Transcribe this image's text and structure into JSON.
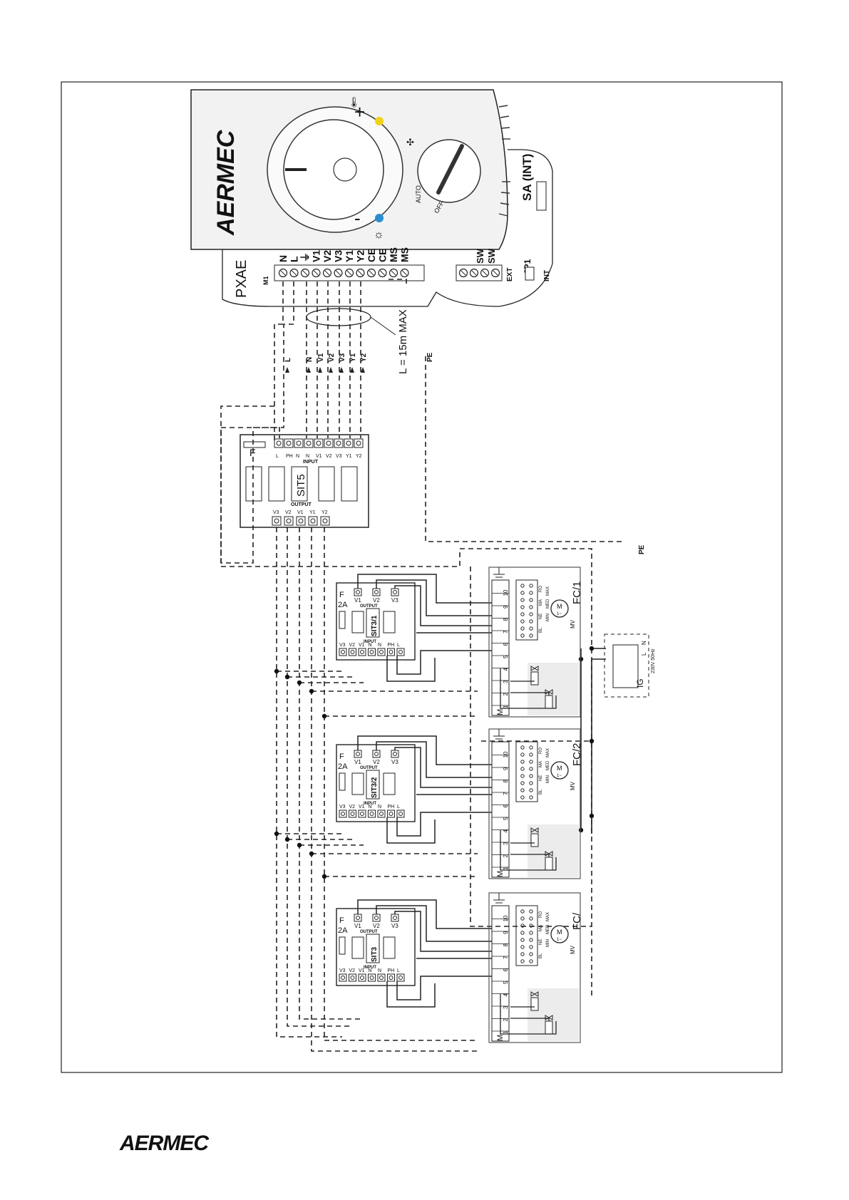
{
  "brand": {
    "logo": "AERMEC",
    "footer_logo": "AERMEC"
  },
  "controller": {
    "model": "PXAE",
    "terminal_block": "M1",
    "terminals": [
      "N",
      "L",
      "⏚",
      "V1",
      "V2",
      "V3",
      "Y1",
      "Y2",
      "CE",
      "CE",
      "MS",
      "MS"
    ],
    "aux_terminals": [
      "SW",
      "SW"
    ],
    "jumper": {
      "name": "JP1",
      "positions": [
        "EXT",
        "INT"
      ]
    },
    "sensor": "SA (INT)",
    "fan_modes": [
      "OFF",
      "AUTO"
    ],
    "led_colors": {
      "heating": "#f2d21a",
      "cooling": "#2a8fd1"
    }
  },
  "cable": {
    "length_note": "L = 15m MAX",
    "wires": [
      "L",
      "N",
      "V1",
      "V2",
      "V3",
      "Y1",
      "Y2"
    ],
    "earth": "PE"
  },
  "sit5": {
    "name": "SIT5",
    "fuse": "F",
    "input_label": "INPUT",
    "output_label": "OUTPUT",
    "input_terminals": [
      "L",
      "PH",
      "N",
      "N",
      "V1",
      "V2",
      "V3",
      "Y1",
      "Y2"
    ],
    "output_terminals": [
      "V3",
      "V2",
      "V1",
      "Y1",
      "Y2"
    ]
  },
  "sit3_modules": [
    {
      "name": "SIT3/1",
      "fuse": "F",
      "fuse_rating": "2A",
      "fan_coil": "FC/1"
    },
    {
      "name": "SIT3/2",
      "fuse": "F",
      "fuse_rating": "2A",
      "fan_coil": "FC/2"
    },
    {
      "name": "SIT3",
      "fuse": "F",
      "fuse_rating": "2A",
      "fan_coil": "FC/"
    }
  ],
  "sit3_common": {
    "output_label": "OUTPUT",
    "input_label": "INPUT",
    "output_terminals": [
      "V1",
      "V2",
      "V3"
    ],
    "input_terminals": [
      "V3",
      "V2",
      "V1",
      "N",
      "N",
      "PH",
      "L"
    ]
  },
  "fancoil": {
    "terminal_block": "M",
    "terminals": [
      "1",
      "2",
      "3",
      "4",
      "5",
      "6",
      "7",
      "8",
      "9",
      "10"
    ],
    "motor": "M",
    "motor_sub": "1~",
    "motor_label": "MV",
    "wire_colors": [
      "BL",
      "NE",
      "MA",
      "RO"
    ],
    "speed_labels": [
      "MIN",
      "MED",
      "MAX"
    ]
  },
  "mains": {
    "switch": "IG",
    "supply": "230V 50Hz",
    "terminals": [
      "L",
      "N"
    ]
  }
}
